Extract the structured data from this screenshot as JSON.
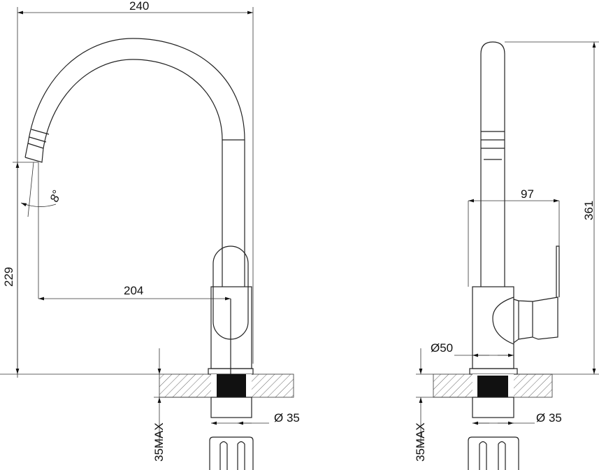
{
  "dimensions": {
    "width_240": "240",
    "height_229": "229",
    "reach_204": "204",
    "angle": "8°",
    "side_97": "97",
    "height_361": "361",
    "dia_50": "Ø50",
    "dia_35_left": "Ø 35",
    "dia_35_right": "Ø 35",
    "max_left": "35MAX",
    "max_right": "35MAX"
  },
  "colors": {
    "line": "#222222",
    "fill_dark": "#111111"
  }
}
